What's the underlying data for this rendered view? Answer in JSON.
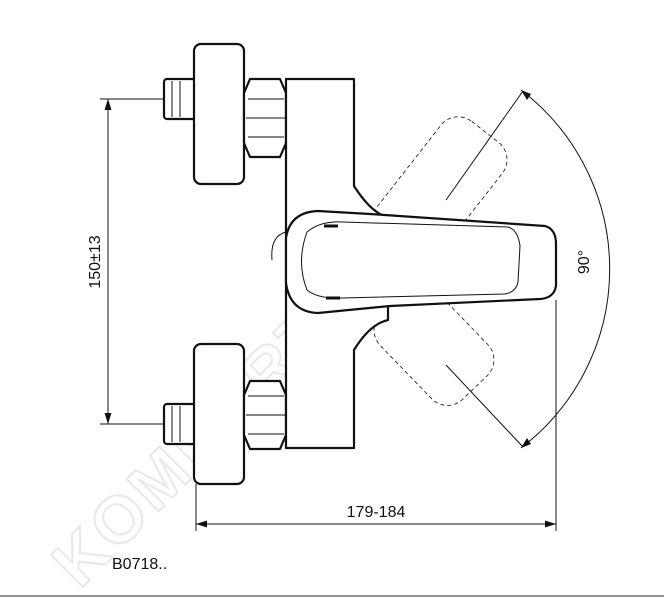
{
  "watermark": "KOMFORT.RU",
  "dimensions": {
    "vertical_spacing": "150±13",
    "width": "179-184",
    "rotation_angle": "90°"
  },
  "product_code": "B0718.."
}
